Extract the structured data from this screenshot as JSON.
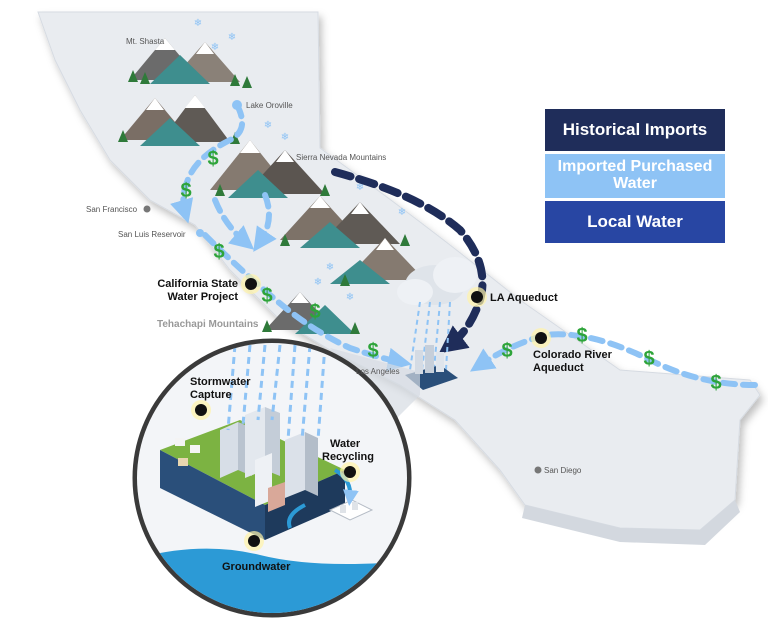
{
  "legend": {
    "historical": "Historical Imports",
    "imported": "Imported Purchased Water",
    "local": "Local Water"
  },
  "places": {
    "mt_shasta": "Mt. Shasta",
    "lake_oroville": "Lake Oroville",
    "sierra": "Sierra Nevada Mountains",
    "san_francisco": "San Francisco",
    "san_luis": "San Luis Reservoir",
    "tehachapi": "Tehachapi Mountains",
    "los_angeles": "Los Angeles",
    "san_diego": "San Diego"
  },
  "sources": {
    "swp_line1": "California State",
    "swp_line2": "Water Project",
    "la_aqueduct": "LA Aqueduct",
    "colorado_line1": "Colorado River",
    "colorado_line2": "Aqueduct",
    "stormwater_line1": "Stormwater",
    "stormwater_line2": "Capture",
    "recycling_line1": "Water",
    "recycling_line2": "Recycling",
    "groundwater": "Groundwater"
  },
  "symbols": {
    "dollar": "$",
    "snow": "❄"
  },
  "colors": {
    "historical": "#1f2d5a",
    "imported": "#8ec3f5",
    "local": "#2846a3",
    "dollar": "#2ea43a",
    "land": "#e9ecf0"
  }
}
